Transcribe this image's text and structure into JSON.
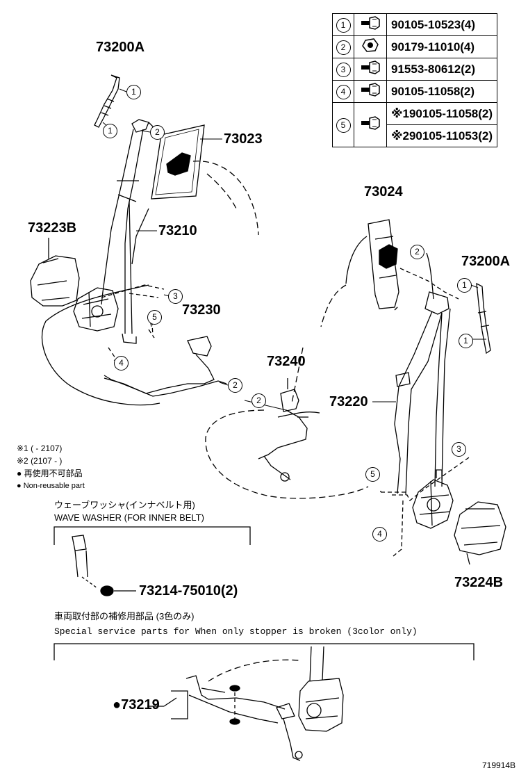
{
  "parts_table": [
    {
      "ref": "1",
      "icon": "bolt-icon",
      "part": "90105-10523(4)"
    },
    {
      "ref": "2",
      "icon": "nut-icon",
      "part": "90179-11010(4)"
    },
    {
      "ref": "3",
      "icon": "bolt-icon",
      "part": "91553-80612(2)"
    },
    {
      "ref": "4",
      "icon": "bolt-icon",
      "part": "90105-11058(2)"
    },
    {
      "ref": "5",
      "icon": "bolt-icon",
      "part_a": "※190105-11058(2)",
      "part_b": "※290105-11053(2)"
    }
  ],
  "labels": {
    "l73200a_left": "73200A",
    "l73023": "73023",
    "l73223b": "73223B",
    "l73210": "73210",
    "l73230": "73230",
    "l73024": "73024",
    "l73200a_right": "73200A",
    "l73240": "73240",
    "l73220": "73220",
    "l73224b": "73224B",
    "l73214": "73214-75010(2)",
    "l73219": "●73219"
  },
  "callouts": [
    "1",
    "1",
    "2",
    "3",
    "5",
    "4",
    "2",
    "2",
    "2",
    "1",
    "1",
    "3",
    "5",
    "4"
  ],
  "notes": {
    "n1": "※1 (      - 2107)",
    "n2": "※2 (2107 -      )",
    "n3": "● 再使用不可部品",
    "n4": "● Non-reusable part",
    "washer_jp": "ウェーブワッシャ(インナベルト用)",
    "washer_en": "WAVE WASHER (FOR INNER BELT)",
    "special_jp": "車両取付部の補修用部品 (3色のみ)",
    "special_en": "Special   service   parts   for   When   only   stopper   is   broken   (3color   only)"
  },
  "diagram_id": "719914B"
}
